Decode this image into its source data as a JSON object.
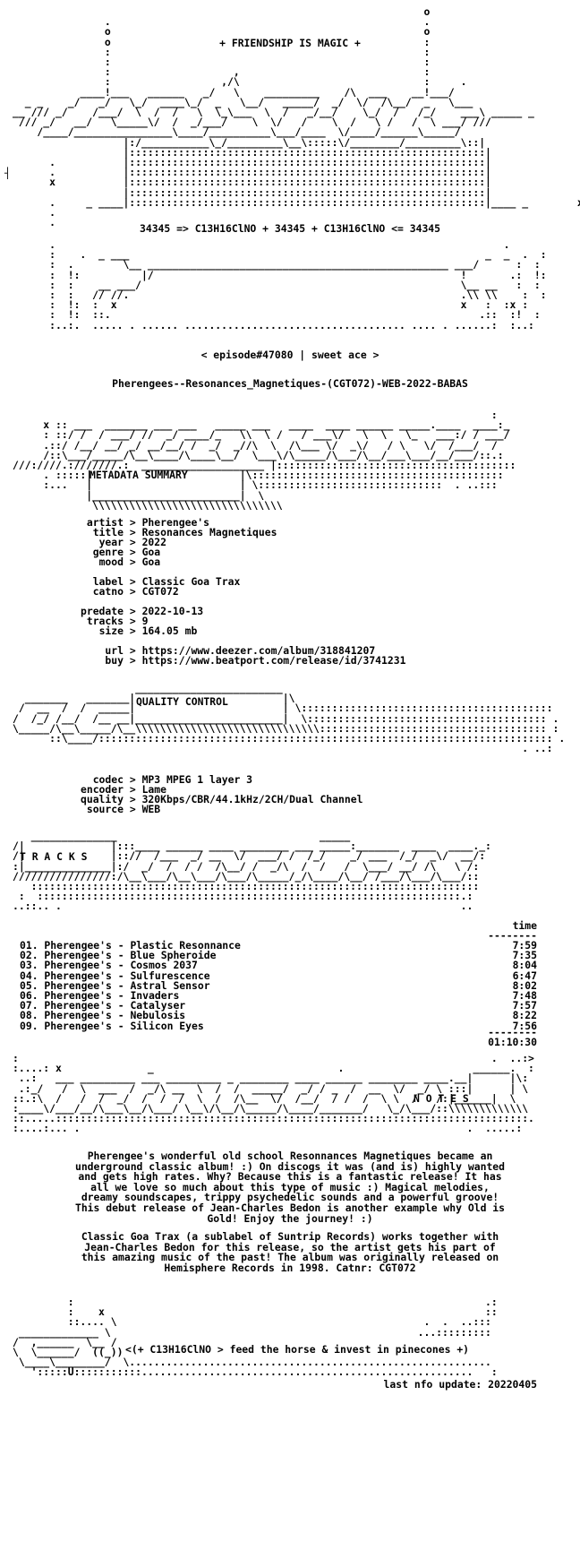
{
  "header": {
    "friendship": "+ FRIENDSHIP IS MAGIC +",
    "formula": "34345 => C13H16ClNO + 34345 + C13H16ClNO <= 34345",
    "episode": "< episode#47080 | sweet ace >",
    "release_name": "Pherengees--Resonances_Magnetiques-(CGT072)-WEB-2022-BABAS"
  },
  "metadata": {
    "section_title": "METADATA SUMMARY",
    "artist_label": "artist",
    "artist": "Pherengee's",
    "title_label": "title",
    "title": "Resonances Magnetiques",
    "year_label": "year",
    "year": "2022",
    "genre_label": "genre",
    "genre": "Goa",
    "mood_label": "mood",
    "mood": "Goa",
    "label_label": "label",
    "label": "Classic Goa Trax",
    "catno_label": "catno",
    "catno": "CGT072",
    "predate_label": "predate",
    "predate": "2022-10-13",
    "tracks_label": "tracks",
    "tracks": "9",
    "size_label": "size",
    "size": "164.05 mb",
    "url_label": "url",
    "url": "https://www.deezer.com/album/318841207",
    "buy_label": "buy",
    "buy": "https://www.beatport.com/release/id/3741231"
  },
  "quality": {
    "section_title": "QUALITY CONTROL",
    "codec_label": "codec",
    "codec": "MP3 MPEG 1 layer 3",
    "encoder_label": "encoder",
    "encoder": "Lame",
    "quality_label": "quality",
    "quality": "320Kbps/CBR/44.1kHz/2CH/Dual Channel",
    "source_label": "source",
    "source": "WEB"
  },
  "tracks": {
    "section_title": "T R A C K S",
    "time_header": "time",
    "rule": "--------",
    "items": [
      {
        "label": "01. Pherengee's - Plastic Resonnance",
        "time": "7:59"
      },
      {
        "label": "02. Pherengee's - Blue Spheroide",
        "time": "7:35"
      },
      {
        "label": "03. Pherengee's - Cosmos 2037",
        "time": "8:04"
      },
      {
        "label": "04. Pherengee's - Sulfurescence",
        "time": "6:47"
      },
      {
        "label": "05. Pherengee's - Astral Sensor",
        "time": "8:02"
      },
      {
        "label": "06. Pherengee's - Invaders",
        "time": "7:48"
      },
      {
        "label": "07. Pherengee's - Catalyser",
        "time": "7:57"
      },
      {
        "label": "08. Pherengee's - Nebulosis",
        "time": "8:22"
      },
      {
        "label": "09. Pherengee's - Silicon Eyes",
        "time": "7:56"
      }
    ],
    "total": "01:10:30"
  },
  "notes": {
    "section_title": "N O T E S",
    "paragraph1": "Pherengee's wonderful old school Resonnances Magnetiques became an\nunderground classic album! :) On discogs it was (and is) highly wanted\nand gets high rates. Why? Because this is a fantastic release! It has\nall we love so much about this type of music :) Magical melodies,\ndreamy soundscapes, trippy psychedelic sounds and a powerful groove!\nThis debut release of Jean-Charles Bedon is another example why Old is\nGold! Enjoy the journey! :)",
    "paragraph2": "Classic Goa Trax (a sublabel of Suntrip Records) works together with\nJean-Charles Bedon for this release, so the artist gets his part of\nthis amazing music of the past! The album was originally released on\nHemisphere Records in 1998. Catnr: CGT072"
  },
  "footer": {
    "tagline": "<(+ C13H16ClNO > feed the horse & invest in pinecones +)",
    "last_update": "last nfo update: 20220405"
  }
}
